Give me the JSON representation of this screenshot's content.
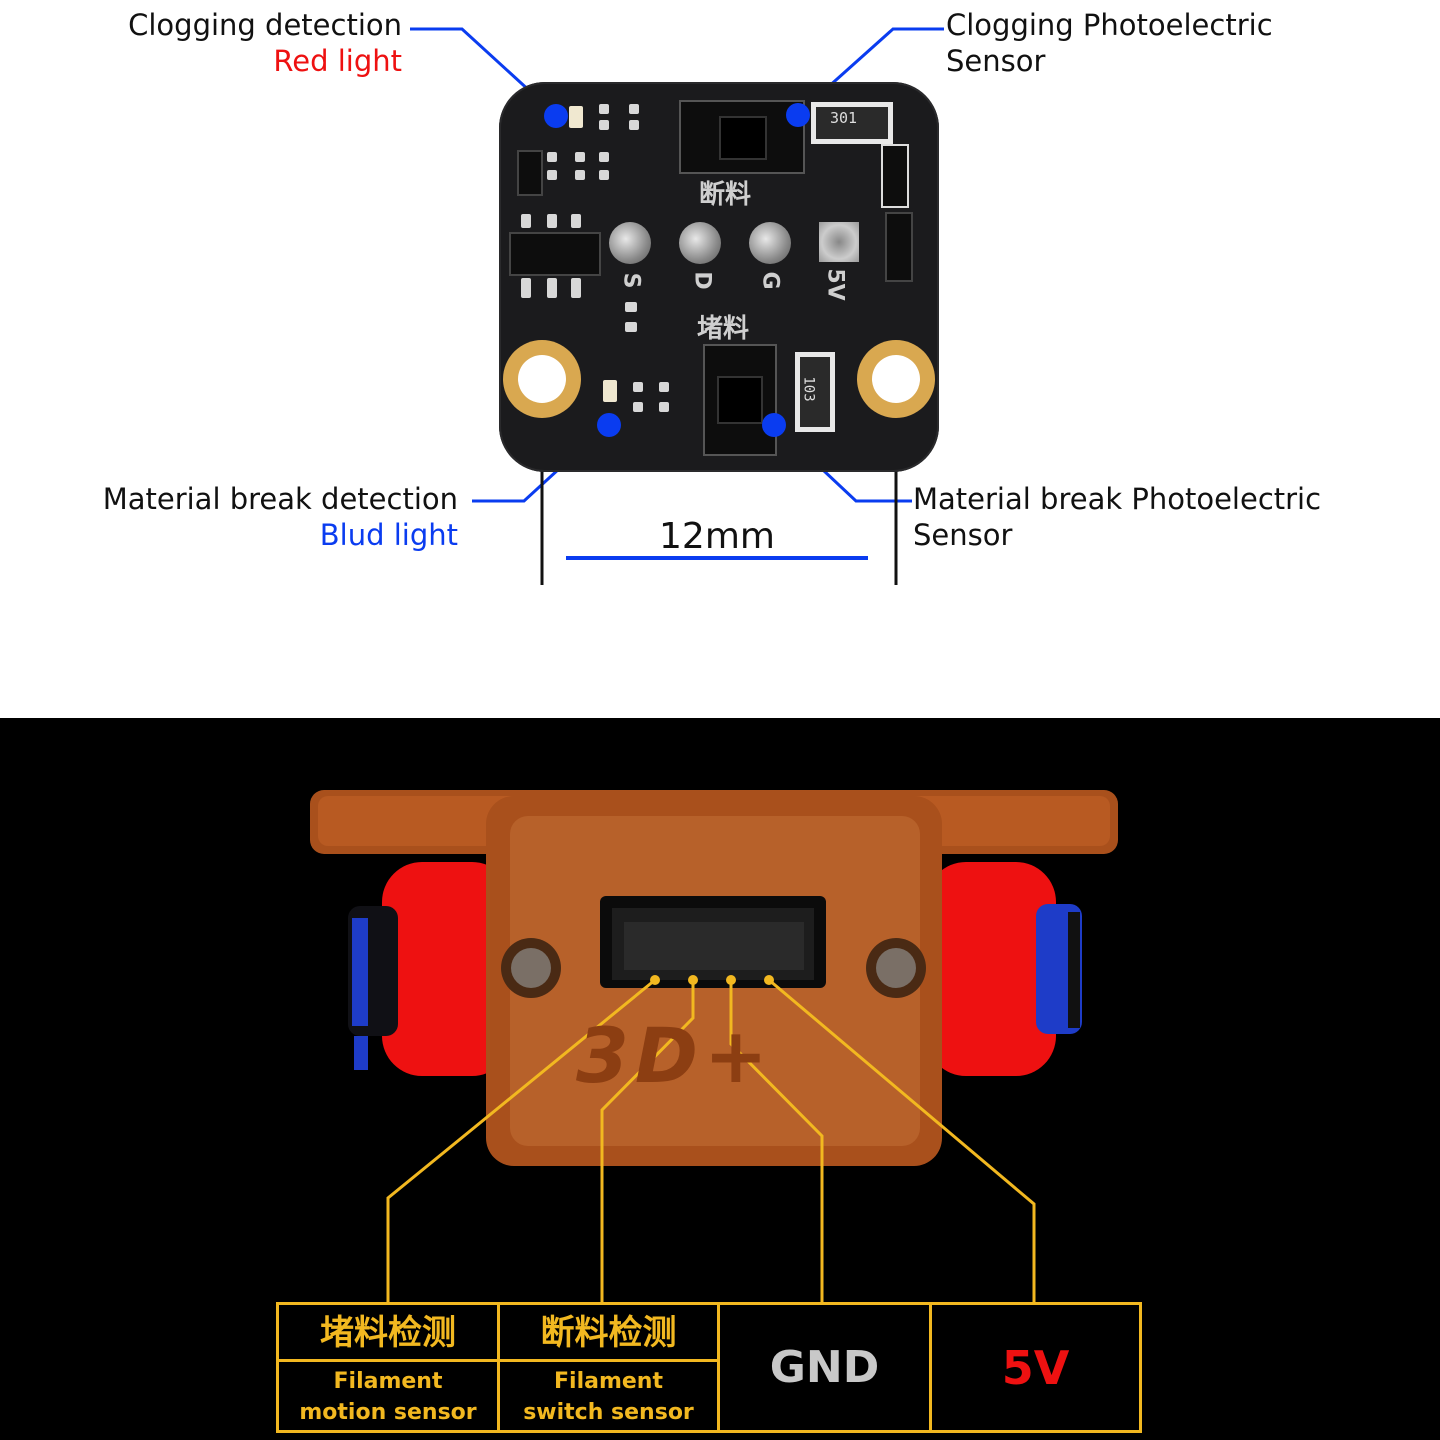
{
  "top": {
    "clogging_detection": "Clogging detection",
    "red_light": "Red light",
    "clogging_sensor_line1": "Clogging Photoelectric",
    "clogging_sensor_line2": "Sensor",
    "break_detection": "Material break detection",
    "blue_light": "Blud light",
    "break_sensor_line1": "Material break Photoelectric",
    "break_sensor_line2": "Sensor",
    "dimension": "12mm",
    "silk_break_cn": "断料",
    "silk_clog_cn": "堵料",
    "pin_s": "S",
    "pin_d": "D",
    "pin_g": "G",
    "pin_5v": "5V",
    "res_top": "301",
    "res_bottom": "103"
  },
  "bottom": {
    "logo": "3D+",
    "cells": [
      {
        "cn": "堵料检测",
        "en1": "Filament",
        "en2": "motion sensor"
      },
      {
        "cn": "断料检测",
        "en1": "Filament",
        "en2": "switch sensor"
      },
      {
        "label": "GND"
      },
      {
        "label": "5V"
      }
    ]
  },
  "colors": {
    "blue": "#0a3cf0",
    "red": "#ee1111",
    "gold": "#f2b820",
    "filament_orange": "#b5561e",
    "gnd_gray": "#c8c8c8",
    "pcb": "#1b1b1d"
  }
}
